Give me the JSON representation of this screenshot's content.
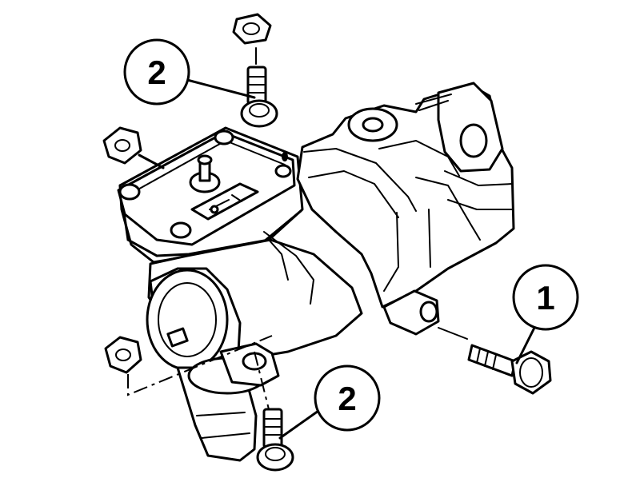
{
  "diagram": {
    "callouts": [
      {
        "id": "callout-top-bolt",
        "label": "2"
      },
      {
        "id": "callout-right-bolt",
        "label": "1"
      },
      {
        "id": "callout-bottom-bolt",
        "label": "2"
      }
    ],
    "colors": {
      "ink": "#000000",
      "paper": "#ffffff"
    }
  }
}
